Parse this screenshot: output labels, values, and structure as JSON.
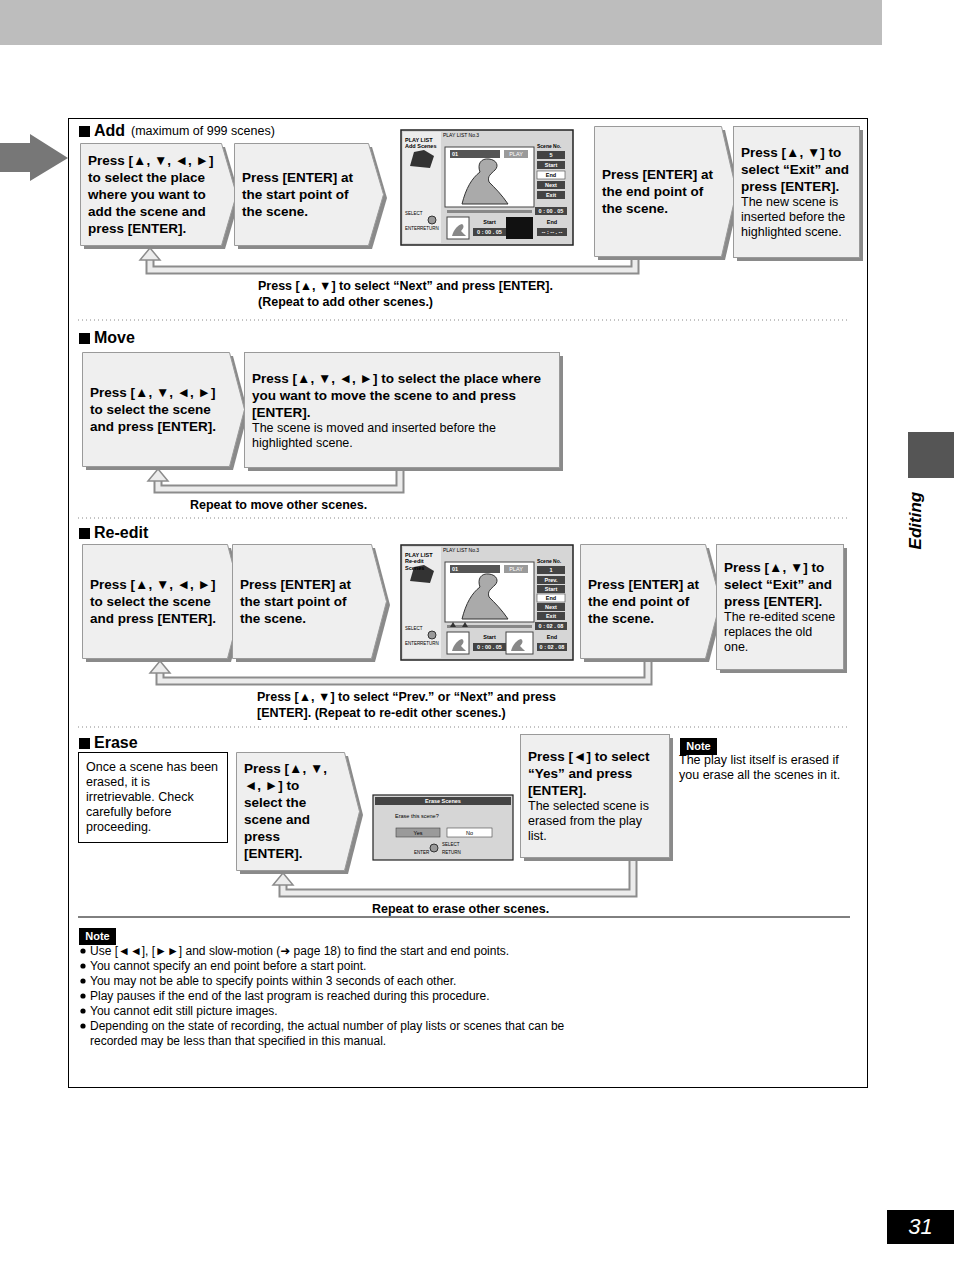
{
  "diagram": {
    "nodes": [
      {
        "text": [
          "Press [▲, ▼, ◄, ►] to select the place where you want to add the scene and press [ENTER]."
        ]
      },
      {
        "text": [
          "Press [ENTER] at the start point of the scene."
        ]
      },
      {
        "text": [
          "Press [ENTER] at the end point of the scene."
        ]
      },
      {
        "text": [
          "Press [▲, ▼] to select “Exit” and press [ENTER].",
          "The new scene is inserted before the highlighted scene."
        ]
      },
      {
        "text": [
          "Press [▲, ▼, ◄, ►] to select the scene and press [ENTER]."
        ]
      },
      {
        "text": [
          "Press [▲, ▼, ◄, ►] to select the place where you want to move the scene to and press [ENTER].",
          "The scene is moved and inserted before the highlighted scene."
        ]
      },
      {
        "text": [
          "Press [▲, ▼, ◄, ►] to select the scene and press [ENTER]."
        ]
      },
      {
        "text": [
          "Press [ENTER] at the start point of the scene."
        ]
      },
      {
        "text": [
          "Press [ENTER] at the end point of the scene."
        ]
      },
      {
        "text": [
          "Press [▲, ▼] to select “Exit” and press [ENTER].",
          "The re-edited scene replaces the old one."
        ]
      },
      {
        "text": [
          "Once a scene has been erased, it is irretrievable. Check carefully before proceeding."
        ]
      },
      {
        "text": [
          "Press [▲, ▼, ◄, ►] to select the scene and press [ENTER]."
        ]
      },
      {
        "text": [
          "Press [◄] to select “Yes” and press [ENTER].",
          "The selected scene is erased from the play list."
        ]
      }
    ],
    "edges": [
      {
        "from": 2,
        "to": 0,
        "arrow": "to",
        "label": "Press [▲, ▼] to select “Next” and press [ENTER]. (Repeat to add other scenes.)"
      },
      {
        "from": 5,
        "to": 4,
        "arrow": "to",
        "label": "Repeat to move other scenes."
      },
      {
        "from": 8,
        "to": 6,
        "arrow": "to",
        "label": "Press [▲, ▼] to select “Prev.” or “Next” and press [ENTER]. (Repeat to re-edit other scenes.)"
      },
      {
        "from": 12,
        "to": 11,
        "arrow": "to",
        "label": "Repeat to erase other scenes."
      }
    ],
    "labels": [
      "Add",
      "(maximum of 999 scenes)",
      "PLAY LIST Add Scenes",
      "PLAY LIST No.3",
      "Scene No.",
      "5",
      "01",
      "PLAY",
      "Start",
      "End",
      "Next",
      "Exit",
      "0 : 00 . 05",
      "Start",
      "0 : 00 . 05",
      "End",
      "-- : -- . --",
      "SELECT",
      "ENTER",
      "RETURN",
      "Move",
      "Re-edit",
      "PLAY LIST Re-edit Scenes",
      "PLAY LIST No.3",
      "Scene No.",
      "1",
      "01",
      "PLAY",
      "Prev.",
      "Start",
      "End",
      "Next",
      "Exit",
      "0 : 02 . 08",
      "Start",
      "0 : 00 . 05",
      "End",
      "0 : 02 . 08",
      "SELECT",
      "ENTER",
      "RETURN",
      "Erase",
      "Erase Scenes",
      "Erase this scene?",
      "Yes",
      "No",
      "SELECT",
      "ENTER",
      "RETURN",
      "Note",
      "The play list itself is erased if you erase all the scenes in it.",
      "Note",
      "Use [◄◄], [►►] and slow-motion (➜ page 18) to find the start and end points.",
      "You cannot specify an end point before a start point.",
      "You may not be able to specify points within 3 seconds of each other.",
      "Play pauses if the end of the last program is reached during this procedure.",
      "You cannot edit still picture images.",
      "Depending on the state of recording, the actual number of play lists or scenes that can be recorded may be less than that specified in this manual.",
      "Editing",
      "31"
    ]
  }
}
